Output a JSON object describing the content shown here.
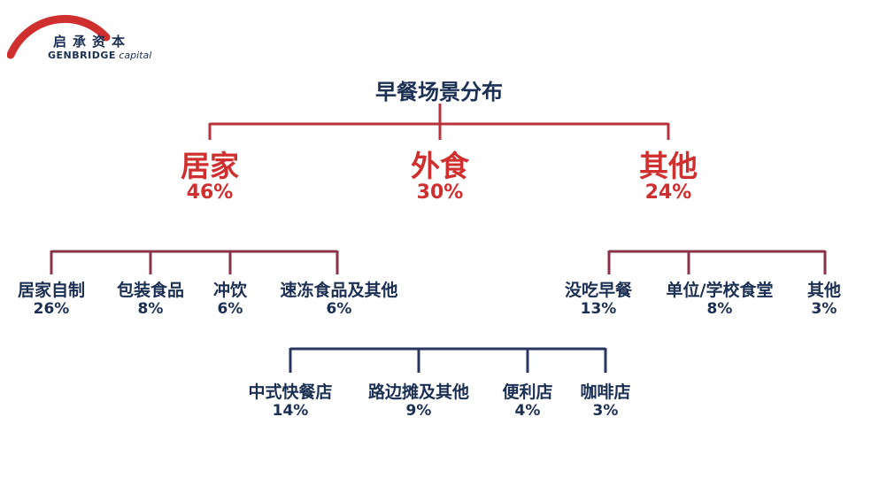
{
  "logo": {
    "cn_text": "启承资本",
    "brand_text": "GENBRIDGE",
    "sub_text": "capital",
    "arc_color": "#d02f2f"
  },
  "colors": {
    "navy": "#1b2f52",
    "red": "#d02f2f",
    "connector_top": "#b8323a",
    "connector_bottom": "#2a3560"
  },
  "title": "早餐场景分布",
  "categories": [
    {
      "name": "居家",
      "pct": "46%",
      "children": [
        {
          "name": "居家自制",
          "pct": "26%"
        },
        {
          "name": "包装食品",
          "pct": "8%"
        },
        {
          "name": "冲饮",
          "pct": "6%"
        },
        {
          "name": "速冻食品及其他",
          "pct": "6%"
        }
      ]
    },
    {
      "name": "外食",
      "pct": "30%",
      "children": [
        {
          "name": "中式快餐店",
          "pct": "14%"
        },
        {
          "name": "路边摊及其他",
          "pct": "9%"
        },
        {
          "name": "便利店",
          "pct": "4%"
        },
        {
          "name": "咖啡店",
          "pct": "3%"
        }
      ]
    },
    {
      "name": "其他",
      "pct": "24%",
      "children": [
        {
          "name": "没吃早餐",
          "pct": "13%"
        },
        {
          "name": "单位/学校食堂",
          "pct": "8%"
        },
        {
          "name": "其他",
          "pct": "3%"
        }
      ]
    }
  ]
}
